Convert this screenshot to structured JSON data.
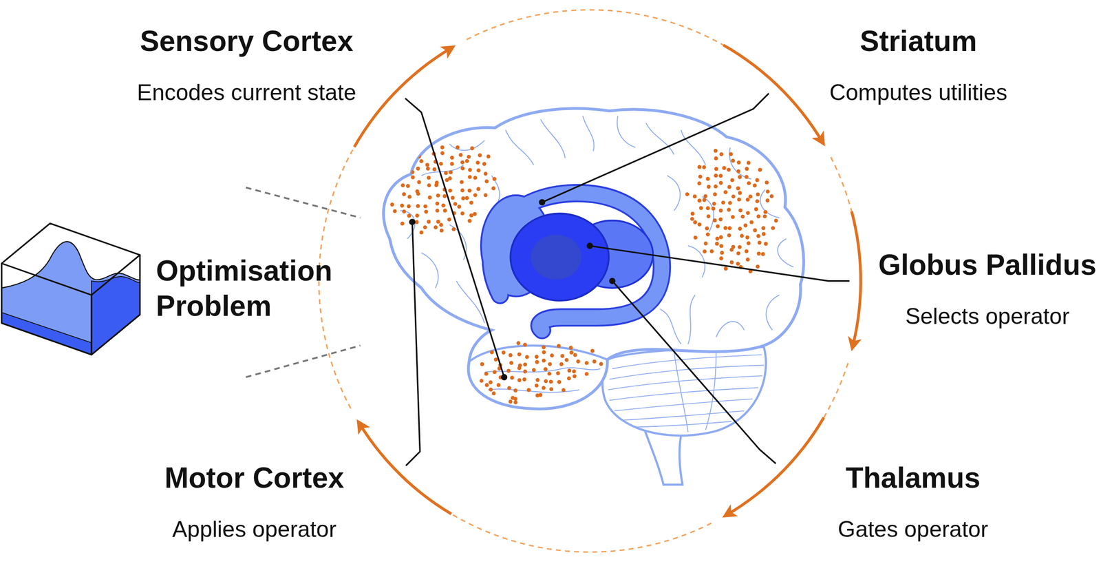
{
  "diagram": {
    "nodes": [
      {
        "text": [
          "Sensory Cortex",
          "Encodes current state"
        ]
      },
      {
        "text": [
          "Striatum",
          "Computes utilities"
        ]
      },
      {
        "text": [
          "Optimisation Problem"
        ]
      },
      {
        "text": [
          "Globus Pallidus",
          "Selects operator"
        ]
      },
      {
        "text": [
          "Motor Cortex",
          "Applies operator"
        ]
      },
      {
        "text": [
          "Thalamus",
          "Gates operator"
        ]
      }
    ],
    "edges": [
      {
        "from": 0,
        "to": 1,
        "arrow": "to"
      },
      {
        "from": 1,
        "to": 3,
        "arrow": "to"
      },
      {
        "from": 3,
        "to": 5,
        "arrow": "to"
      },
      {
        "from": 5,
        "to": 4,
        "arrow": "to"
      },
      {
        "from": 4,
        "to": 0,
        "arrow": "to"
      }
    ]
  }
}
